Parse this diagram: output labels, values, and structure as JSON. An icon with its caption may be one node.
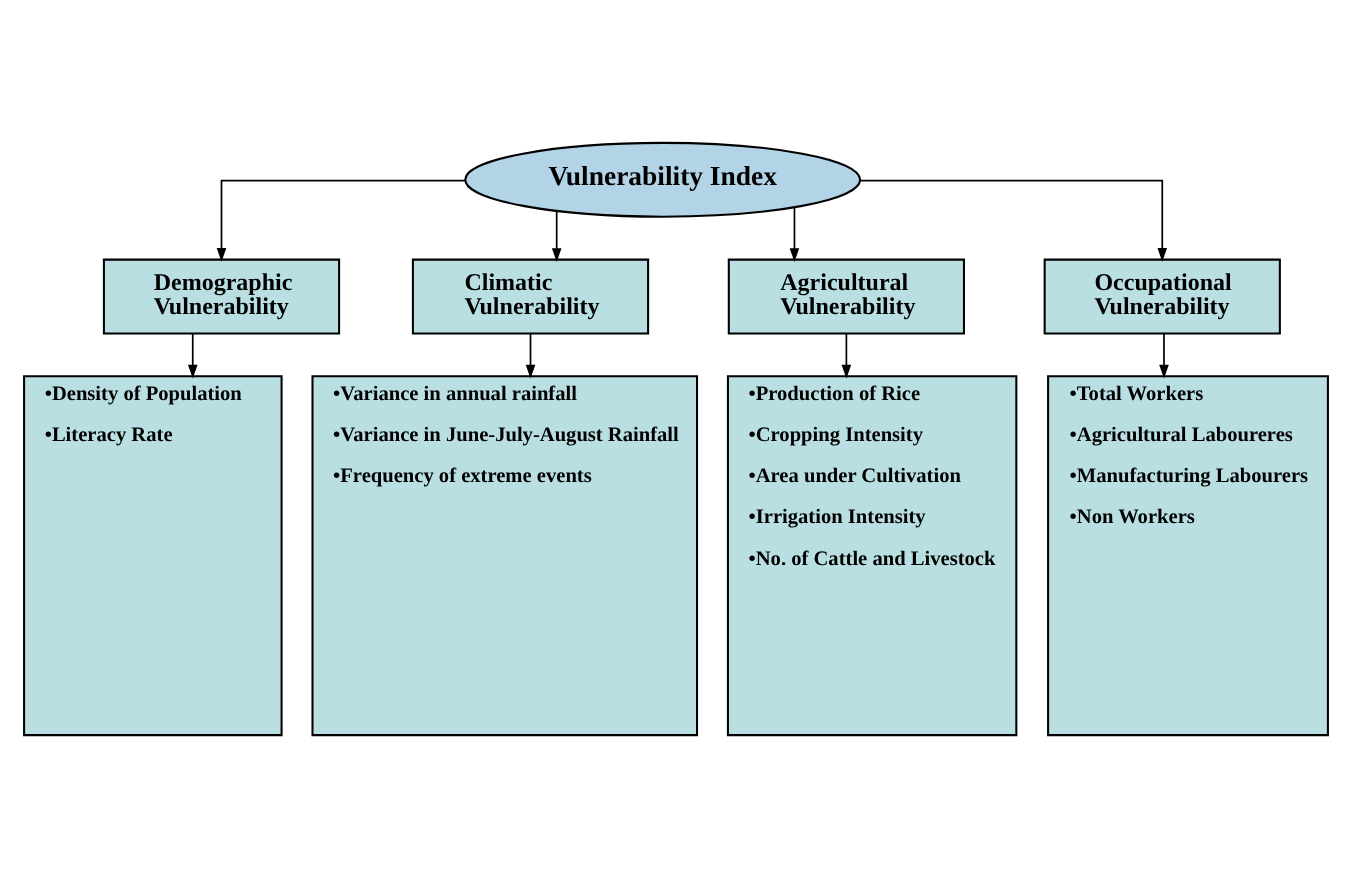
{
  "diagram": {
    "nodes": [
      {
        "text": [
          "Vulnerability Index"
        ]
      },
      {
        "text": [
          "Demographic Vulnerability"
        ]
      },
      {
        "text": [
          "Climatic Vulnerability"
        ]
      },
      {
        "text": [
          "Agricultural Vulnerability"
        ]
      },
      {
        "text": [
          "Occupational Vulnerability"
        ]
      },
      {
        "text": [
          "•Density of Population",
          "•Literacy Rate"
        ]
      },
      {
        "text": [
          "•Variance in annual rainfall",
          "•Variance in June-July-August Rainfall",
          "•Frequency of extreme events"
        ]
      },
      {
        "text": [
          "•Production of Rice",
          "•Cropping Intensity",
          "•Area under Cultivation",
          "•Irrigation Intensity",
          "•No. of Cattle and Livestock"
        ]
      },
      {
        "text": [
          "•Total Workers",
          "•Agricultural Laboureres",
          "•Manufacturing Labourers",
          "•Non Workers"
        ]
      }
    ],
    "edges": [
      {
        "from": 0,
        "to": 1,
        "arrow": "to"
      },
      {
        "from": 0,
        "to": 2,
        "arrow": "to"
      },
      {
        "from": 0,
        "to": 3,
        "arrow": "to"
      },
      {
        "from": 0,
        "to": 4,
        "arrow": "to"
      },
      {
        "from": 1,
        "to": 5,
        "arrow": "to"
      },
      {
        "from": 2,
        "to": 6,
        "arrow": "to"
      },
      {
        "from": 3,
        "to": 7,
        "arrow": "to"
      },
      {
        "from": 4,
        "to": 8,
        "arrow": "to"
      }
    ]
  }
}
